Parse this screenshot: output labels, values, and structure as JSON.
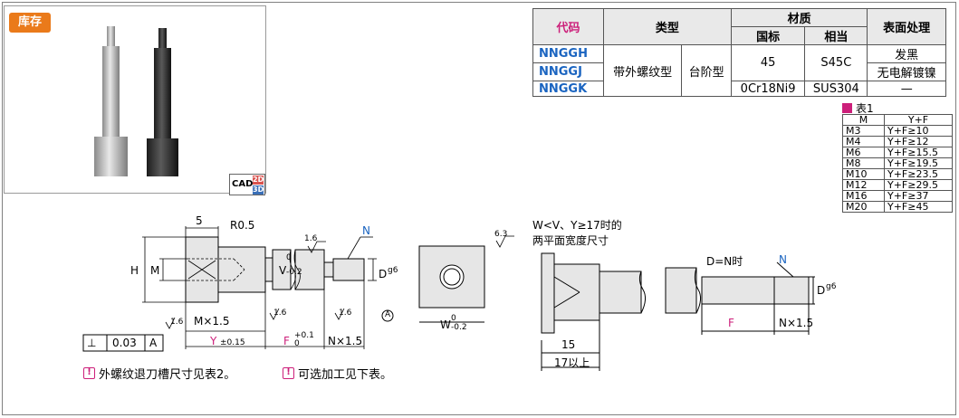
{
  "photo": {
    "stock_label": "库存",
    "cad_label": "CAD",
    "cad_2d": "2D",
    "cad_3d": "3D"
  },
  "spec_table": {
    "headers": {
      "code": "代码",
      "type": "类型",
      "material": "材质",
      "material_gb": "国标",
      "material_eq": "相当",
      "surface": "表面处理"
    },
    "codes": [
      "NNGGH",
      "NNGGJ",
      "NNGGK"
    ],
    "type_left": "带外螺纹型",
    "type_right": "台阶型",
    "rows": [
      {
        "gb": "45",
        "eq": "S45C",
        "surface": "发黑"
      },
      {
        "gb": "",
        "eq": "",
        "surface": "无电解镀镍"
      },
      {
        "gb": "0Cr18Ni9",
        "eq": "SUS304",
        "surface": "—"
      }
    ]
  },
  "table1": {
    "title": "表1",
    "col_m": "M",
    "col_yf": "Y+F",
    "rows": [
      {
        "m": "M3",
        "v": "Y+F≥10"
      },
      {
        "m": "M4",
        "v": "Y+F≥12"
      },
      {
        "m": "M6",
        "v": "Y+F≥15.5"
      },
      {
        "m": "M8",
        "v": "Y+F≥19.5"
      },
      {
        "m": "M10",
        "v": "Y+F≥23.5"
      },
      {
        "m": "M12",
        "v": "Y+F≥29.5"
      },
      {
        "m": "M16",
        "v": "Y+F≥37"
      },
      {
        "m": "M20",
        "v": "Y+F≥45"
      }
    ]
  },
  "drawing": {
    "dim_5": "5",
    "r05": "R0.5",
    "h": "H",
    "m": "M",
    "v": "V",
    "v_tol": "-0.2",
    "v_tol0": "0",
    "rough_16": "1.6",
    "rough_63": "6.3",
    "n": "N",
    "d": "D",
    "d_tol": "g6",
    "a_circle": "A",
    "m15": "M×1.5",
    "y": "Y",
    "y_tol": "±0.15",
    "f": "F",
    "f_tol_up": "+0.1",
    "f_tol_low": "0",
    "n15": "N×1.5",
    "w": "W",
    "w_tol0": "0",
    "w_tol": "-0.2",
    "perp_symbol": "⊥",
    "perp_value": "0.03",
    "perp_ref": "A",
    "side_note_1": "W<V、Y≥17时的",
    "side_note_2": "两平面宽度尺寸",
    "dim_15": "15",
    "dim_17": "17以上",
    "dn_note": "D=N时",
    "d_tol_r": "g6"
  },
  "notes": {
    "note1": "外螺纹退刀槽尺寸见表2。",
    "note2": "可选加工见下表。"
  }
}
